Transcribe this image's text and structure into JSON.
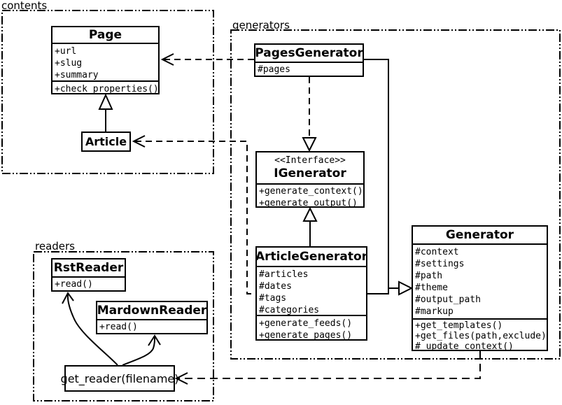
{
  "colors": {
    "line": "#000000",
    "background": "#ffffff"
  },
  "packages": {
    "contents": {
      "label": "contents"
    },
    "generators": {
      "label": "generators"
    },
    "readers": {
      "label": "readers"
    }
  },
  "classes": {
    "page": {
      "name": "Page",
      "attributes": [
        "+url",
        "+slug",
        "+summary"
      ],
      "methods": [
        "+check_properties()"
      ]
    },
    "article": {
      "name": "Article"
    },
    "pages_generator": {
      "name": "PagesGenerator",
      "attributes": [
        "#pages"
      ]
    },
    "igenerator": {
      "stereotype": "<<Interface>>",
      "name": "IGenerator",
      "methods": [
        "+generate_context()",
        "+generate_output()"
      ]
    },
    "article_generator": {
      "name": "ArticleGenerator",
      "attributes": [
        "#articles",
        "#dates",
        "#tags",
        "#categories"
      ],
      "methods": [
        "+generate_feeds()",
        "+generate_pages()"
      ]
    },
    "generator": {
      "name": "Generator",
      "attributes": [
        "#context",
        "#settings",
        "#path",
        "#theme",
        "#output_path",
        "#markup"
      ],
      "methods": [
        "+get_templates()",
        "+get_files(path,exclude)",
        "#_update_context()"
      ]
    },
    "rst_reader": {
      "name": "RstReader",
      "methods": [
        "+read()"
      ]
    },
    "mardown_reader": {
      "name": "MardownReader",
      "methods": [
        "+read()"
      ]
    },
    "get_reader": {
      "label": "get_reader(filename)"
    }
  },
  "relationships": [
    {
      "type": "inheritance",
      "from": "Article",
      "to": "Page"
    },
    {
      "type": "dependency",
      "from": "PagesGenerator",
      "to": "Page"
    },
    {
      "type": "realization",
      "from": "PagesGenerator",
      "to": "IGenerator"
    },
    {
      "type": "realization",
      "from": "ArticleGenerator",
      "to": "IGenerator"
    },
    {
      "type": "dependency",
      "from": "ArticleGenerator",
      "to": "Article"
    },
    {
      "type": "inheritance",
      "from": "PagesGenerator",
      "to": "Generator"
    },
    {
      "type": "inheritance",
      "from": "ArticleGenerator",
      "to": "Generator"
    },
    {
      "type": "dependency",
      "from": "Generator",
      "to": "get_reader(filename)"
    },
    {
      "type": "dependency",
      "from": "get_reader(filename)",
      "to": "RstReader"
    },
    {
      "type": "dependency",
      "from": "get_reader(filename)",
      "to": "MardownReader"
    }
  ]
}
